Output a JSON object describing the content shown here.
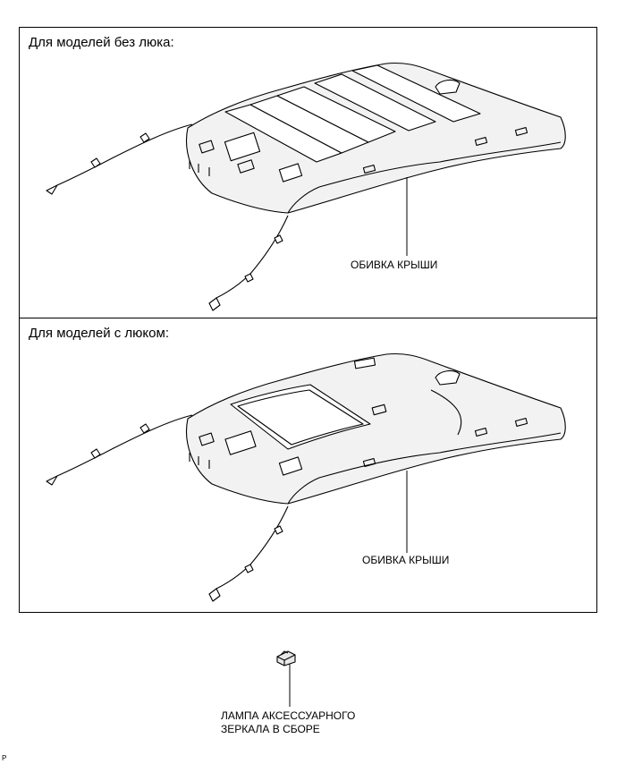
{
  "panels": [
    {
      "title": "Для моделей без люка:",
      "part_label": "ОБИВКА КРЫШИ"
    },
    {
      "title": "Для моделей с люком:",
      "part_label": "ОБИВКА КРЫШИ"
    }
  ],
  "lamp": {
    "label_line1": "ЛАМПА АКСЕССУАРНОГО",
    "label_line2": "ЗЕРКАЛА В СБОРЕ"
  },
  "corner_mark": "P"
}
